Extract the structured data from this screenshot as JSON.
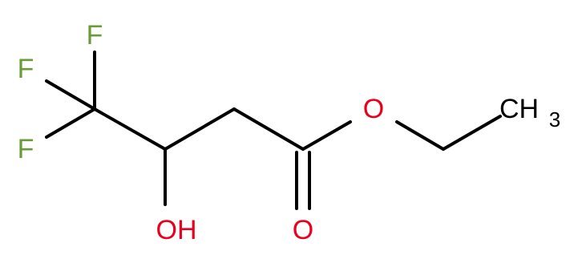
{
  "molecule": {
    "atoms": {
      "f_top": {
        "label": "F",
        "color": "#6b9b37"
      },
      "f_mid": {
        "label": "F",
        "color": "#6b9b37"
      },
      "f_low": {
        "label": "F",
        "color": "#6b9b37"
      },
      "oh": {
        "label": "OH",
        "color": "#e8001c"
      },
      "o_carbonyl": {
        "label": "O",
        "color": "#e8001c"
      },
      "o_ester": {
        "label": "O",
        "color": "#e8001c"
      },
      "ch3": {
        "label": "CH",
        "subscript": "3",
        "color": "#000000"
      }
    },
    "bond_color": "#000000"
  }
}
